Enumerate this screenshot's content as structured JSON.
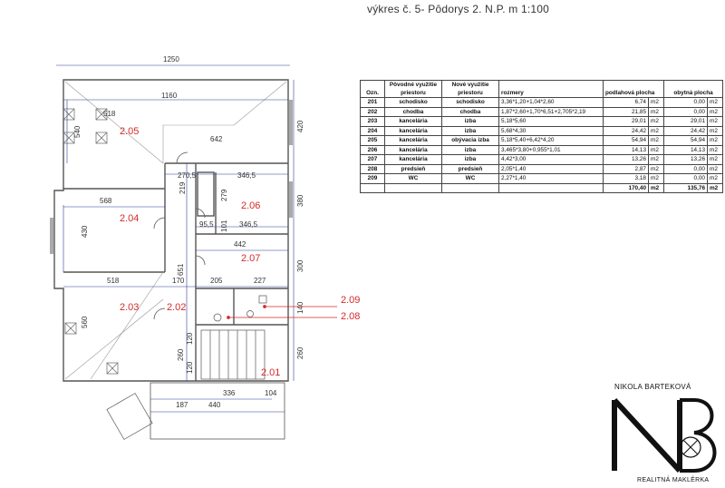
{
  "drawing_title": "výkres č. 5- Pôdorys 2. N.P.  m 1:100",
  "plan": {
    "dims": {
      "d1250": "1250",
      "d1160": "1160",
      "d540": "540",
      "d518a": "518",
      "d642": "642",
      "d420": "420",
      "d380": "380",
      "d270": "270,5",
      "d346a": "346,5",
      "d219": "219",
      "d279": "279",
      "d568": "568",
      "d95": "95,5",
      "d101": "101",
      "d346b": "346,5",
      "d430": "430",
      "d442": "442",
      "d300": "300",
      "d651": "651",
      "d518b": "518",
      "d170": "170",
      "d205": "205",
      "d227": "227",
      "d560": "560",
      "d140": "140",
      "d120a": "120",
      "d260a": "260",
      "d120b": "120",
      "d260b": "260",
      "d187": "187",
      "d336": "336",
      "d104": "104",
      "d440": "440"
    },
    "rooms": {
      "r205": "2.05",
      "r204": "2.04",
      "r206": "2.06",
      "r207": "2.07",
      "r203": "2.03",
      "r202": "2.02",
      "r201": "2.01",
      "r209": "2.09",
      "r208": "2.08"
    }
  },
  "table": {
    "headers": {
      "code": "Ozn.",
      "orig": "Pôvodné využitie priestoru",
      "new": "Nové využitie priestoru",
      "dims": "rozmery",
      "floor_area": "podlahová plocha",
      "living_area": "obytná plocha"
    },
    "rows": [
      {
        "code": "201",
        "orig": "schodisko",
        "new": "schodisko",
        "dims": "3,36*1,20+1,04*2,60",
        "floor": "6,74",
        "floor_unit": "m2",
        "living": "0,00",
        "living_unit": "m2"
      },
      {
        "code": "202",
        "orig": "chodba",
        "new": "chodba",
        "dims": "1,87*2,60+1,70*6,51+2,705*2,19",
        "floor": "21,85",
        "floor_unit": "m2",
        "living": "0,00",
        "living_unit": "m2"
      },
      {
        "code": "203",
        "orig": "kancelária",
        "new": "izba",
        "dims": "5,18*5,60",
        "floor": "29,01",
        "floor_unit": "m2",
        "living": "29,01",
        "living_unit": "m2"
      },
      {
        "code": "204",
        "orig": "kancelária",
        "new": "izba",
        "dims": "5,68*4,30",
        "floor": "24,42",
        "floor_unit": "m2",
        "living": "24,42",
        "living_unit": "m2"
      },
      {
        "code": "205",
        "orig": "kancelária",
        "new": "obývacia izba",
        "dims": "5,18*5,40+6,42*4,20",
        "floor": "54,94",
        "floor_unit": "m2",
        "living": "54,94",
        "living_unit": "m2"
      },
      {
        "code": "206",
        "orig": "kancelária",
        "new": "izba",
        "dims": "3,465*3,80+0,955*1,01",
        "floor": "14,13",
        "floor_unit": "m2",
        "living": "14,13",
        "living_unit": "m2"
      },
      {
        "code": "207",
        "orig": "kancelária",
        "new": "izba",
        "dims": "4,42*3,00",
        "floor": "13,26",
        "floor_unit": "m2",
        "living": "13,26",
        "living_unit": "m2"
      },
      {
        "code": "208",
        "orig": "predsieň",
        "new": "predsieň",
        "dims": "2,05*1,40",
        "floor": "2,87",
        "floor_unit": "m2",
        "living": "0,00",
        "living_unit": "m2"
      },
      {
        "code": "209",
        "orig": "WC",
        "new": "WC",
        "dims": "2,27*1,40",
        "floor": "3,18",
        "floor_unit": "m2",
        "living": "0,00",
        "living_unit": "m2"
      }
    ],
    "total": {
      "floor": "170,40",
      "floor_unit": "m2",
      "living": "135,76",
      "living_unit": "m2"
    }
  },
  "branding": {
    "name": "NIKOLA  BARTEKOVÁ",
    "role": "REALITNÁ MAKLÉRKA",
    "monogram_left": "N",
    "monogram_right": "B"
  },
  "colors": {
    "wall": "#555555",
    "dimension": "#2f3f8f",
    "room_label": "#d42a2a",
    "thin_line": "#888888"
  }
}
